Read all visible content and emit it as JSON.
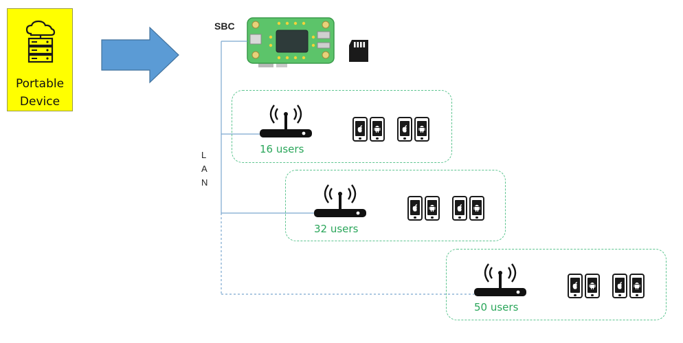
{
  "portable_device": {
    "line1": "Portable",
    "line2": "Device",
    "icon": "cloud-server-icon",
    "background": "#ffff00"
  },
  "sbc": {
    "label": "SBC",
    "board_color": "#5cc46a",
    "storage_icon": "sd-card-icon"
  },
  "lan": {
    "letters": [
      "L",
      "A",
      "N"
    ]
  },
  "groups": [
    {
      "users_label": "16 users",
      "router_icon": "wifi-router-icon",
      "devices": [
        "apple-icon",
        "android-icon",
        "apple-icon",
        "android-icon"
      ]
    },
    {
      "users_label": "32 users",
      "router_icon": "wifi-router-icon",
      "devices": [
        "apple-icon",
        "android-icon",
        "apple-icon",
        "android-icon"
      ]
    },
    {
      "users_label": "50 users",
      "router_icon": "wifi-router-icon",
      "devices": [
        "apple-icon",
        "android-icon",
        "apple-icon",
        "android-icon"
      ]
    }
  ],
  "colors": {
    "arrow": "#5b9bd5",
    "group_border": "#5cc48f",
    "users_text": "#2aa65a",
    "lan_line": "#7aa6cf"
  }
}
